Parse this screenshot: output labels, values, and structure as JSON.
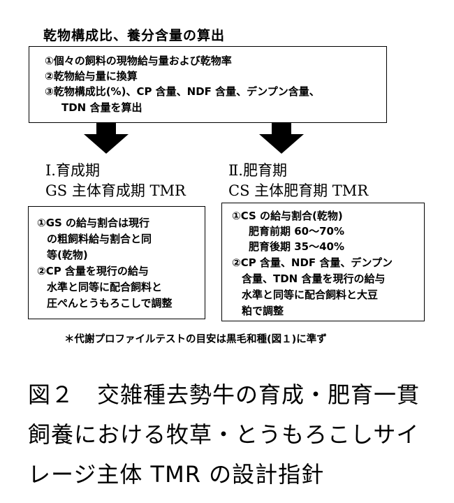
{
  "heading": "乾物構成比、養分含量の算出",
  "top_box": {
    "lines": [
      "①個々の飼料の現物給与量および乾物率",
      "②乾物給与量に換算",
      "③乾物構成比(%)、CP 含量、NDF 含量、デンプン含量、",
      "TDN 含量を算出"
    ]
  },
  "left": {
    "phase": "Ⅰ.育成期",
    "name": "GS 主体育成期 TMR",
    "lines": [
      "①GS の給与割合は現行",
      "の粗飼料給与割合と同",
      "等(乾物)",
      "②CP 含量を現行の給与",
      "水準と同等に配合飼料と",
      "圧ぺんとうもろこしで調整"
    ]
  },
  "right": {
    "phase": "Ⅱ.肥育期",
    "name": "CS 主体肥育期 TMR",
    "lines": [
      "①CS の給与割合(乾物)",
      "肥育前期 60～70%",
      "肥育後期 35～40%",
      "②CP 含量、NDF 含量、デンプン",
      "含量、TDN 含量を現行の給与",
      "水準と同等に配合飼料と大豆",
      "粕で調整"
    ]
  },
  "note": "＊代謝プロファイルテストの目安は黒毛和種(図１)に準ず",
  "caption": {
    "line1": "図２　交雑種去勢牛の育成・肥育一貫",
    "line2": "飼養における牧草・とうもろこしサイ",
    "line3": "レージ主体 TMR の設計指針"
  }
}
